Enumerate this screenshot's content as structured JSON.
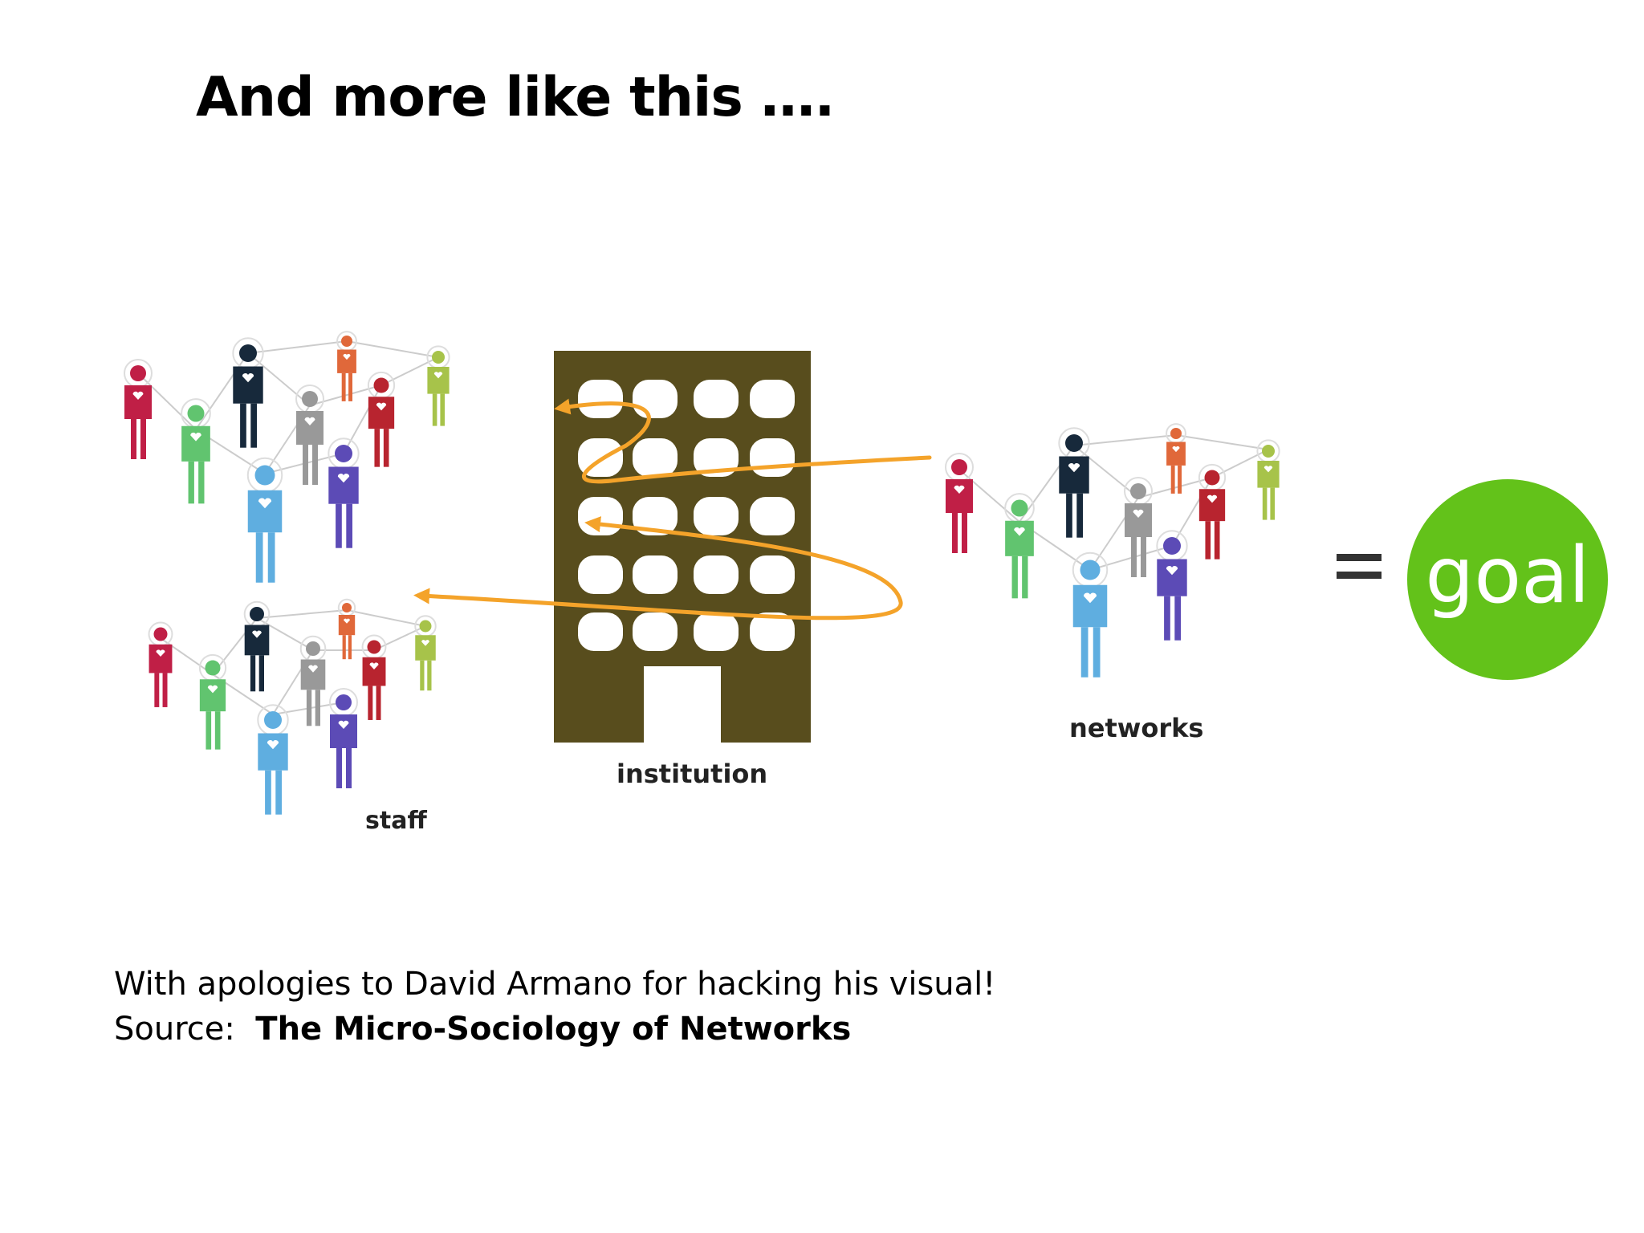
{
  "slide": {
    "title": "And more like this ….",
    "caption_line1": "With apologies to David Armano for hacking his visual!",
    "source_prefix": "Source:",
    "source_title": "The Micro-Sociology of Networks"
  },
  "diagram": {
    "labels": {
      "staff": "staff",
      "institution": "institution",
      "networks": "networks",
      "equals": "=",
      "goal": "goal"
    },
    "colors": {
      "building": "#584d1d",
      "windows": "#ffffff",
      "arrows": "#f4a32a",
      "goal_circle": "#63c21a",
      "goal_text": "#ffffff",
      "link_lines": "#cccccc"
    },
    "icons": {
      "person": "person-icon",
      "building": "office-building-icon",
      "arrow": "curved-arrow-icon"
    }
  }
}
